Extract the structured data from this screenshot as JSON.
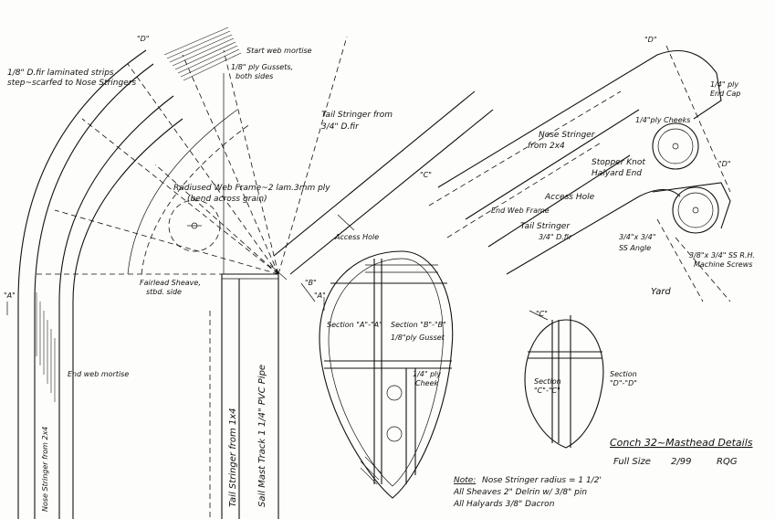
{
  "title": "Conch 32~Masthead Details",
  "scale": "Full Size",
  "date": "2/99",
  "signature": "RQG",
  "labels": {
    "laminated": "1/8\" D.fir laminated strips",
    "laminated2": "step~scarfed to Nose Stringers",
    "start_web": "Start web mortise",
    "gussets": "1/8\" ply Gussets,",
    "gussets2": "both sides",
    "tail_from": "Tail Stringer from",
    "tail_from2": "3/4\" D.fir",
    "web_frame": "Radiused Web Frame~2 lam.3mm ply",
    "web_frame2": "(bend across grain)",
    "access_hole": "Access Hole",
    "fairlead": "Fairlead Sheave,",
    "fairlead2": "stbd. side",
    "end_web": "End web mortise",
    "nose_stringer_2x4": "Nose Stringer from 2x4",
    "tail_1x4": "Tail Stringer from 1x4",
    "mast_track": "Sail Mast Track 1 1/4\" PVC Pipe",
    "section_a": "Section \"A\"-\"A\"",
    "section_b": "Section \"B\"-\"B\"",
    "gusset_b": "1/8\"ply Gusset",
    "cheek": "1/4\" ply",
    "cheek2": "Cheek",
    "end_cap": "1/4\" ply",
    "end_cap2": "End Cap",
    "cheeks": "1/4\"ply Cheeks",
    "nose_from": "Nose Stringer",
    "nose_from2": "from 2x4",
    "stopper": "Stopper Knot",
    "stopper2": "Halyard End",
    "access_hole2": "Access Hole",
    "end_web_frame": "End Web Frame",
    "tail_yard": "Tail Stringer",
    "tail_yard2": "3/4\" D.fir",
    "angle": "3/4\"x 3/4\"",
    "angle2": "SS Angle",
    "screws": "3/8\"x 3/4\" SS R.H.",
    "screws2": "Machine Screws",
    "yard": "Yard",
    "section_c": "Section",
    "section_c2": "\"C\"-\"C\"",
    "section_d": "Section",
    "section_d2": "\"D\"-\"D\"",
    "note_label": "Note:",
    "note1": "Nose Stringer radius = 1 1/2'",
    "note2": "All Sheaves 2\" Delrin w/ 3/8\" pin",
    "note3": "All Halyards 3/8\" Dacron",
    "mark_a": "\"A\"",
    "mark_b": "\"B\"",
    "mark_c": "\"C\"",
    "mark_d": "\"D\""
  }
}
